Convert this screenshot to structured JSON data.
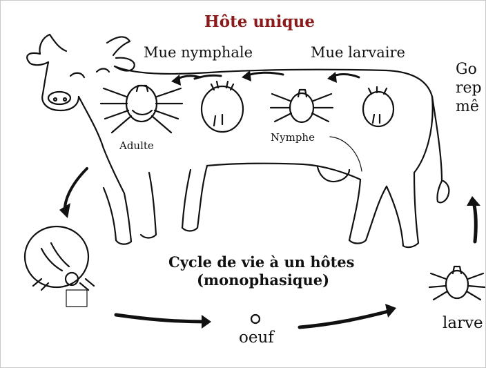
{
  "title": "Hôte unique",
  "labels": {
    "mue_nymphale": "Mue nymphale",
    "mue_larvaire": "Mue larvaire",
    "adulte": "Adulte",
    "nymphe": "Nymphe",
    "cycle_line1": "Cycle de vie à un hôtes",
    "cycle_line2": "(monophasique)",
    "oeuf": "oeuf",
    "larve": "larve",
    "side_text": [
      "Go",
      "rep",
      "mê"
    ]
  },
  "colors": {
    "title": "#8b1a1a",
    "ink": "#111111"
  }
}
